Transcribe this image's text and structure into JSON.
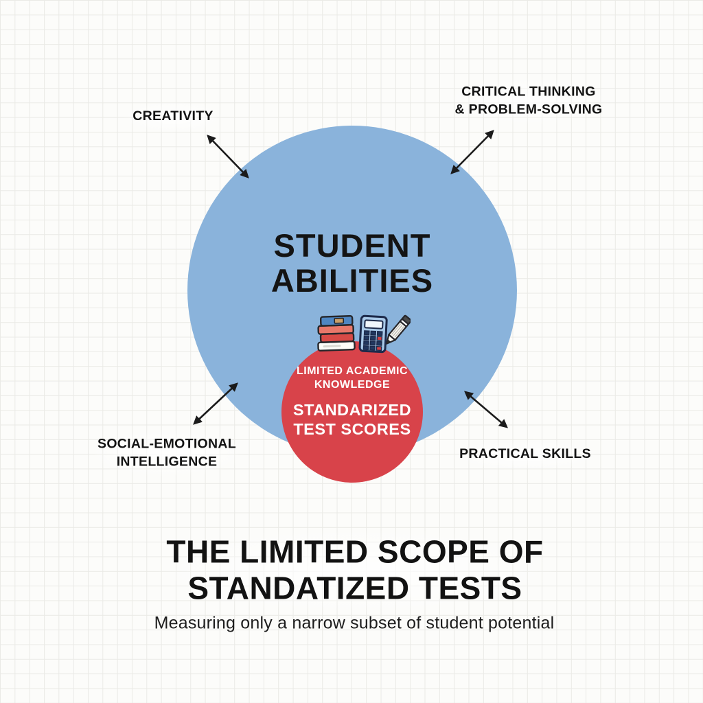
{
  "colors": {
    "blue": "#8ab3db",
    "red": "#d8434a",
    "ink": "#171717",
    "white": "#ffffff",
    "bg": "#fcfcfa",
    "grid": "#eaeae6"
  },
  "diagram": {
    "outer_circle": {
      "line1": "STUDENT",
      "line2": "ABILITIES"
    },
    "inner_circle": {
      "small_line1": "LIMITED ACADEMIC",
      "small_line2": "KNOWLEDGE",
      "big_line1": "STANDARIZED",
      "big_line2": "TEST SCORES"
    },
    "labels": {
      "creativity": {
        "line1": "CREATIVITY"
      },
      "critical_thinking": {
        "line1": "CRITICAL THINKING",
        "line2": "& PROBLEM-SOLVING"
      },
      "social_emotional": {
        "line1": "SOCIAL-EMOTIONAL",
        "line2": "INTELLIGENCE"
      },
      "practical_skills": {
        "line1": "PRACTICAL SKILLS"
      }
    },
    "icons": {
      "books": "books-icon",
      "calculator": "calculator-icon",
      "pencil": "pencil-icon"
    }
  },
  "footer": {
    "title_line1": "THE LIMITED SCOPE OF",
    "title_line2": "STANDATIZED TESTS",
    "subtitle": "Measuring only a narrow subset of student potential"
  }
}
